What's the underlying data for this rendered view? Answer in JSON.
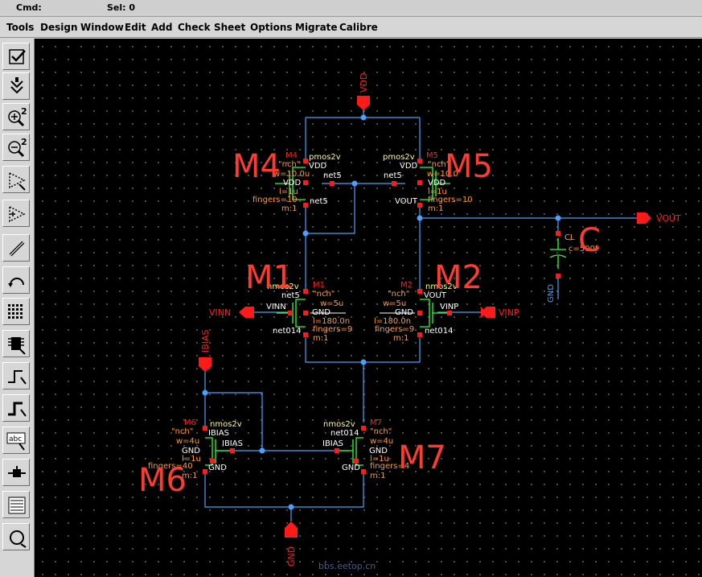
{
  "status": {
    "cmd_label": "Cmd:",
    "sel_label": "Sel: 0"
  },
  "menu": [
    "Tools",
    "Design",
    "Window",
    "Edit",
    "Add",
    "Check",
    "Sheet",
    "Options",
    "Migrate",
    "Calibre"
  ],
  "toolbar": [
    {
      "name": "check-save-icon"
    },
    {
      "name": "save-icon"
    },
    {
      "name": "zoom-in-icon",
      "text": "2"
    },
    {
      "name": "zoom-out-icon",
      "text": "2"
    },
    {
      "name": "stretch-icon"
    },
    {
      "name": "copy-icon"
    },
    {
      "name": "wire-icon"
    },
    {
      "name": "undo-icon"
    },
    {
      "name": "instance-icon"
    },
    {
      "name": "pin-icon"
    },
    {
      "name": "wire-draw-icon"
    },
    {
      "name": "wide-wire-icon"
    },
    {
      "name": "label-icon",
      "text": "abc"
    },
    {
      "name": "delete-icon"
    },
    {
      "name": "properties-icon"
    },
    {
      "name": "redraw-icon"
    }
  ],
  "pins": {
    "vdd": "VDD",
    "vout": "VOUT",
    "vinn": "VINN",
    "vinp": "VINP",
    "ibias": "IBIAS",
    "gnd": "GND",
    "gnd_cap": "GND"
  },
  "devices": {
    "m4": {
      "inst": "M4",
      "cell": "pmos2v",
      "model": "\"nch\"",
      "w": "w=10.0u",
      "l": "l=1u",
      "fingers": "fingers=10",
      "m": "m:1",
      "big": "M4",
      "t_top": "VDD",
      "t_left": "VDD",
      "t_gate": "net5",
      "t_bot": "net5"
    },
    "m5": {
      "inst": "M5",
      "cell": "pmos2v",
      "model": "\"nch\"",
      "w": "w=10.0",
      "l": "l=1u",
      "fingers": "fingers=10",
      "m": "m:1",
      "big": "M5",
      "t_top": "VDD",
      "t_right": "VDD",
      "t_gate": "net5",
      "t_bot": "VOUT"
    },
    "m1": {
      "inst": "M1",
      "cell": "nmos2v",
      "model": "\"nch\"",
      "w": "w=5u",
      "l": "l=180.0n",
      "fingers": "fingers=9",
      "m": "m:1",
      "big": "M1",
      "t_top": "net5",
      "t_gate": "VINN",
      "t_bulk": "GND",
      "t_bot": "net014"
    },
    "m2": {
      "inst": "M2",
      "cell": "nmos2v",
      "model": "\"nch\"",
      "w": "w=5u",
      "l": "l=180.0n",
      "fingers": "fingers=9",
      "m": "m:1",
      "big": "M2",
      "t_top": "VOUT",
      "t_gate": "VINP",
      "t_bulk": "GND",
      "t_bot": "net014"
    },
    "m6": {
      "inst": "M6",
      "cell": "nmos2v",
      "model": "\"nch\"",
      "w": "w=4u",
      "l": "l=1u",
      "fingers": "fingers=40",
      "m": "m:1",
      "big": "M6",
      "t_top": "IBIAS",
      "t_gate": "IBIAS",
      "t_bot": "GND",
      "t_bulk": "GND"
    },
    "m7": {
      "inst": "M7",
      "cell": "nmos2v",
      "model": "\"nch\"",
      "w": "w=4u",
      "l": "l=1u",
      "fingers": "fingers=4",
      "m": "m:1",
      "big": "M7",
      "t_top": "net014",
      "t_gate": "IBIAS",
      "t_bot": "GND",
      "t_bulk": "GND"
    },
    "cl": {
      "inst": "CL",
      "value": "c=500f",
      "big": "C"
    }
  },
  "watermark": "bbs.eetop.cn"
}
